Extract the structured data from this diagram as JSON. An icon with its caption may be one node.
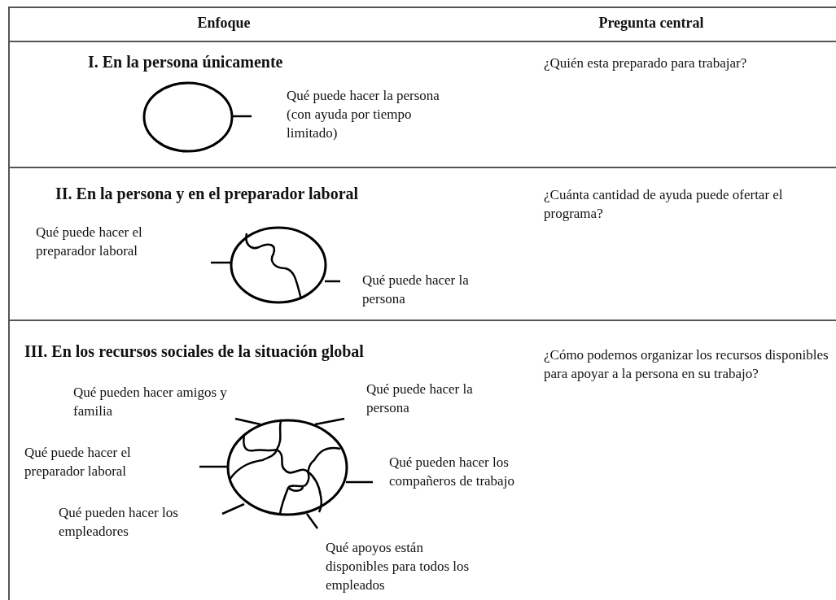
{
  "diagram": {
    "nodes": [
      {
        "text": [],
        "shape": "circle"
      },
      {
        "text": [],
        "shape": "circle"
      },
      {
        "text": [],
        "shape": "circle"
      }
    ],
    "labels": [
      "Enfoque",
      "Pregunta central",
      "I. En la persona únicamente",
      "Qué puede hacer la persona (con ayuda por tiempo limitado)",
      "¿Quién esta preparado para trabajar?",
      "II. En la persona y en el preparador laboral",
      "Qué puede hacer el preparador laboral",
      "Qué puede hacer la persona",
      "¿Cuánta cantidad de ayuda puede ofertar el programa?",
      "III. En los recursos sociales de la situación global",
      "Qué pueden hacer amigos y familia",
      "Qué puede hacer la persona",
      "Qué puede hacer el preparador laboral",
      "Qué pueden hacer los compañeros de trabajo",
      "Qué pueden hacer los empleadores",
      "Qué apoyos están disponibles para todos los empleados",
      "¿Cómo podemos organizar los recursos disponibles para apoyar a la persona en su trabajo?"
    ]
  }
}
